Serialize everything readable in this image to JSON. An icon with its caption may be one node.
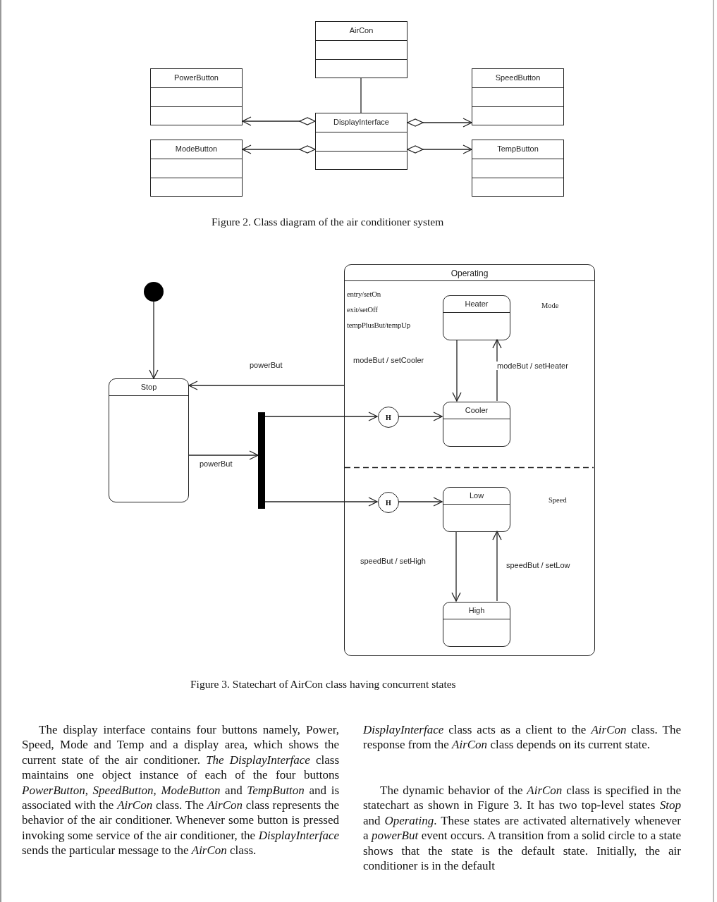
{
  "diagram": {
    "nodes": [
      {
        "text": [
          "AirCon"
        ]
      },
      {
        "text": [
          "PowerButton"
        ]
      },
      {
        "text": [
          "SpeedButton"
        ]
      },
      {
        "text": [
          "DisplayInterface"
        ]
      },
      {
        "text": [
          "ModeButton"
        ]
      },
      {
        "text": [
          "TempButton"
        ]
      },
      {
        "text": [],
        "shape": "circle"
      },
      {
        "text": [
          "Stop"
        ]
      },
      {
        "text": [],
        "shape": "bar"
      },
      {
        "text": [
          "Operating",
          "entry/setOn",
          "exit/setOff",
          "tempPlusBut/tempUp"
        ]
      },
      {
        "text": [
          "Heater"
        ],
        "in": 9
      },
      {
        "text": [
          "H"
        ],
        "in": 9
      },
      {
        "text": [
          "Cooler"
        ],
        "in": 9
      },
      {
        "text": [
          "H"
        ],
        "in": 9
      },
      {
        "text": [
          "Low"
        ],
        "in": 9
      },
      {
        "text": [
          "High"
        ],
        "in": 9
      }
    ],
    "edges": [
      {
        "from": 3,
        "to": 1,
        "arrow": "to"
      },
      {
        "from": 3,
        "to": 4,
        "arrow": "to"
      },
      {
        "from": 3,
        "to": 2,
        "arrow": "to"
      },
      {
        "from": 3,
        "to": 5,
        "arrow": "to"
      },
      {
        "from": 0,
        "to": 3,
        "arrow": "none"
      },
      {
        "from": 6,
        "to": 7,
        "arrow": "to"
      },
      {
        "from": 9,
        "to": 7,
        "arrow": "to",
        "label": "powerBut"
      },
      {
        "from": 7,
        "to": 8,
        "arrow": "to",
        "label": "powerBut"
      },
      {
        "from": 8,
        "to": 11,
        "arrow": "to"
      },
      {
        "from": 8,
        "to": 13,
        "arrow": "to"
      },
      {
        "from": 11,
        "to": 12,
        "arrow": "to"
      },
      {
        "from": 13,
        "to": 14,
        "arrow": "to"
      },
      {
        "from": 10,
        "to": 12,
        "arrow": "to",
        "label": "modeBut / setCooler"
      },
      {
        "from": 12,
        "to": 10,
        "arrow": "to",
        "label": "modeBut / setHeater"
      },
      {
        "from": 14,
        "to": 15,
        "arrow": "to",
        "label": "speedBut / setHigh"
      },
      {
        "from": 15,
        "to": 14,
        "arrow": "to",
        "label": "speedBut / setLow"
      }
    ],
    "labels": [
      "Figure 2.  Class diagram of the air conditioner system",
      "Mode",
      "Speed",
      "Figure 3.  Statechart of AirCon class having concurrent states",
      "The display interface contains four buttons namely, Power, Speed, Mode and Temp and a display area, which shows the current state of the air conditioner. *The DisplayInterface* class maintains one object instance of each of the four buttons *PowerButton*, *SpeedButton*, *ModeButton* and *TempButton* and is associated with the *AirCon* class. The *AirCon* class represents the behavior of the air conditioner. Whenever some button is pressed invoking some service of the air conditioner, the *DisplayInterface* sends the particular message to the *AirCon* class.",
      "*DisplayInterface* class acts as a client to the *AirCon* class. The response from the *AirCon* class depends on its current state.",
      "The dynamic behavior of the *AirCon* class is specified in the statechart as shown in Figure 3. It has two top-level states *Stop* and *Operating*. These states are activated alternatively whenever a *powerBut* event occurs. A transition from a solid circle to a state shows that the state is the default state. Initially, the air conditioner is in the default"
    ]
  }
}
